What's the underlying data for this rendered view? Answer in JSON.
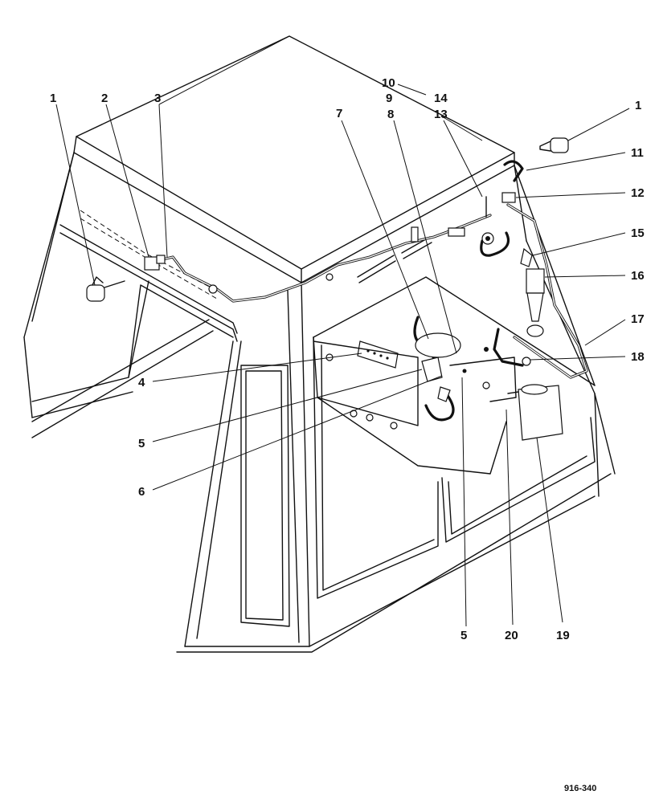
{
  "callouts": [
    {
      "id": "c1a",
      "text": "1"
    },
    {
      "id": "c2",
      "text": "2"
    },
    {
      "id": "c3",
      "text": "3"
    },
    {
      "id": "c7",
      "text": "7"
    },
    {
      "id": "c9",
      "text": "9"
    },
    {
      "id": "c8",
      "text": "8"
    },
    {
      "id": "c10",
      "text": "10"
    },
    {
      "id": "c14",
      "text": "14"
    },
    {
      "id": "c13",
      "text": "13"
    },
    {
      "id": "c1b",
      "text": "1"
    },
    {
      "id": "c11",
      "text": "11"
    },
    {
      "id": "c12",
      "text": "12"
    },
    {
      "id": "c15",
      "text": "15"
    },
    {
      "id": "c16",
      "text": "16"
    },
    {
      "id": "c17",
      "text": "17"
    },
    {
      "id": "c18",
      "text": "18"
    },
    {
      "id": "c4",
      "text": "4"
    },
    {
      "id": "c5a",
      "text": "5"
    },
    {
      "id": "c6",
      "text": "6"
    },
    {
      "id": "c5b",
      "text": "5"
    },
    {
      "id": "c20",
      "text": "20"
    },
    {
      "id": "c19",
      "text": "19"
    }
  ],
  "figure_ref": "916-340"
}
